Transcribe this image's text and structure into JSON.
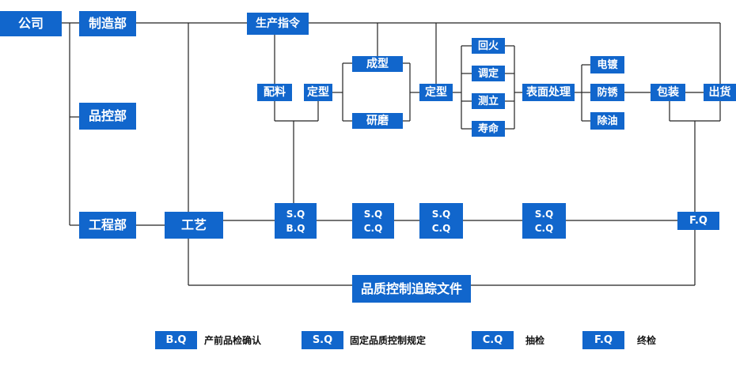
{
  "colors": {
    "box": "#1166cc",
    "box_text": "#ffffff",
    "line": "#222222",
    "legend_text": "#111111"
  },
  "org": {
    "company": "公司",
    "manufacturing": "制造部",
    "quality": "品控部",
    "engineering": "工程部",
    "process": "工艺"
  },
  "flow": {
    "order": "生产指令",
    "batching": "配料",
    "shaping1": "定型",
    "forming": "成型",
    "grinding": "研磨",
    "shaping2": "定型",
    "tempering": "回火",
    "adjusting": "调定",
    "measuring": "测立",
    "life": "寿命",
    "surface": "表面处理",
    "plating": "电镀",
    "antirust": "防锈",
    "degreasing": "除油",
    "packing": "包装",
    "shipping": "出货"
  },
  "checks": {
    "c1_top": "S.Q",
    "c1_bottom": "B.Q",
    "c2_top": "S.Q",
    "c2_bottom": "C.Q",
    "c3_top": "S.Q",
    "c3_bottom": "C.Q",
    "c4_top": "S.Q",
    "c4_bottom": "C.Q",
    "final": "F.Q"
  },
  "tracking": "品质控制追踪文件",
  "legend": [
    {
      "code": "B.Q",
      "text": "产前品检确认"
    },
    {
      "code": "S.Q",
      "text": "固定品质控制规定"
    },
    {
      "code": "C.Q",
      "text": "抽检"
    },
    {
      "code": "F.Q",
      "text": "终检"
    }
  ]
}
